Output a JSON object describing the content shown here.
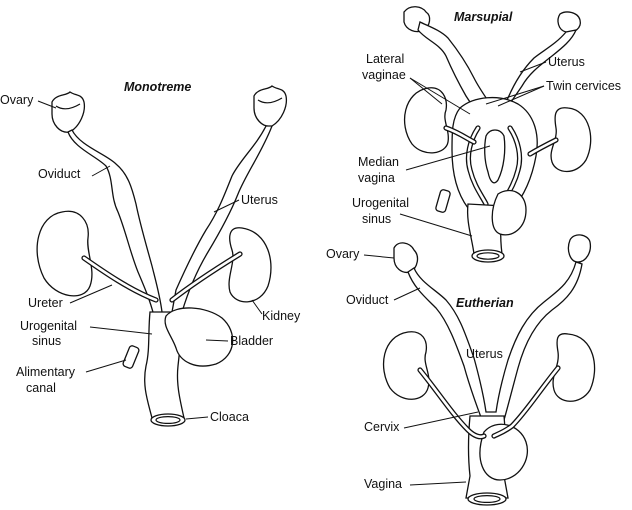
{
  "monotreme": {
    "title": "Monotreme",
    "labels": {
      "ovary": "Ovary",
      "oviduct": "Oviduct",
      "uterus": "Uterus",
      "ureter": "Ureter",
      "kidney": "Kidney",
      "urogenital_sinus_line1": "Urogenital",
      "urogenital_sinus_line2": "sinus",
      "bladder": "Bladder",
      "alimentary_canal_line1": "Alimentary",
      "alimentary_canal_line2": "canal",
      "cloaca": "Cloaca"
    }
  },
  "marsupial": {
    "title": "Marsupial",
    "labels": {
      "lateral_vaginae_line1": "Lateral",
      "lateral_vaginae_line2": "vaginae",
      "uterus": "Uterus",
      "twin_cervices": "Twin cervices",
      "median_vagina_line1": "Median",
      "median_vagina_line2": "vagina",
      "urogenital_sinus_line1": "Urogenital",
      "urogenital_sinus_line2": "sinus"
    }
  },
  "eutherian": {
    "title": "Eutherian",
    "labels": {
      "ovary": "Ovary",
      "oviduct": "Oviduct",
      "uterus": "Uterus",
      "cervix": "Cervix",
      "vagina": "Vagina"
    }
  }
}
